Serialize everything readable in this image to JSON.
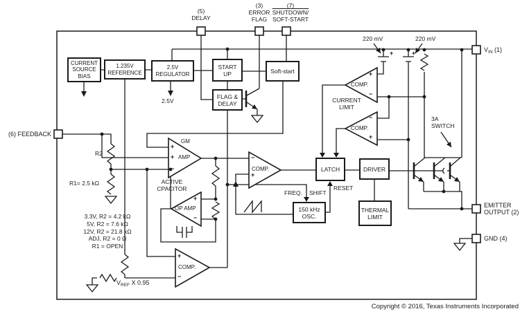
{
  "diagram": {
    "title_hidden": "",
    "copyright": "Copyright © 2016, Texas Instruments Incorporated",
    "syms": {
      "plus": "+",
      "minus": "−"
    },
    "pins": {
      "delay": {
        "num": "(5)",
        "name": "DELAY"
      },
      "error_flag": {
        "num": "(3)",
        "line1": "ERROR",
        "line2": "FLAG"
      },
      "shutdown": {
        "num": "(7)",
        "line1": "SHUTDOWN/",
        "line2": "SOFT-START"
      },
      "vin": {
        "base": "V",
        "sub": "IN",
        "rest": " (1)"
      },
      "emitter": {
        "line1": "EMITTER",
        "line2": "OUTPUT (2)"
      },
      "gnd": {
        "label": "GND (4)"
      },
      "feedback": {
        "label": "(6) FEEDBACK"
      }
    },
    "blocks": {
      "current_source_bias": {
        "l1": "CURRENT",
        "l2": "SOURCE",
        "l3": "BIAS"
      },
      "reference": {
        "l1": "1.235V",
        "l2": "REFERENCE"
      },
      "regulator": {
        "l1": "2.5V",
        "l2": "REGULATOR"
      },
      "start_up": {
        "l1": "START",
        "l2": "UP"
      },
      "flag_delay": {
        "l1": "FLAG &",
        "l2": "DELAY"
      },
      "soft_start": {
        "l1": "Soft-start"
      },
      "latch": {
        "l1": "LATCH"
      },
      "driver": {
        "l1": "DRIVER"
      },
      "osc": {
        "l1": "150 kHz",
        "l2": "OSC."
      },
      "thermal": {
        "l1": "THERMAL",
        "l2": "LIMIT"
      }
    },
    "amps": {
      "gm_amp": {
        "l1": "GM",
        "l2": "AMP"
      },
      "op_amp": {
        "label": "OP AMP"
      },
      "comp_main": {
        "label": "COMP."
      },
      "comp_bottom": {
        "label": "COMP."
      },
      "comp_cl_top": {
        "label": "COMP."
      },
      "comp_cl_bot": {
        "label": "COMP."
      }
    },
    "labels": {
      "reg_out": "2.5V",
      "active_cap_1": "ACTIVE",
      "active_cap_2": "CPACITOR",
      "current_limit_1": "CURRENT",
      "current_limit_2": "LIMIT",
      "mv_left": "220 mV",
      "mv_right": "220 mV",
      "switch_1": "3A",
      "switch_2": "SWITCH",
      "freq": "FREQ.",
      "shift": "SHIFT",
      "reset": "RESET",
      "r2": "R2",
      "r1_value": "R1= 2.5 kΩ",
      "vref_base": "V",
      "vref_sub": "REF",
      "vref_rest": " X 0.95"
    },
    "annotations": [
      "3.3V, R2 = 4.2 kΩ",
      "5V, R2 = 7.6 kΩ",
      "12V, R2 = 21.8 kΩ",
      "ADJ, R2 = 0 Ω",
      "R1 = OPEN"
    ]
  }
}
